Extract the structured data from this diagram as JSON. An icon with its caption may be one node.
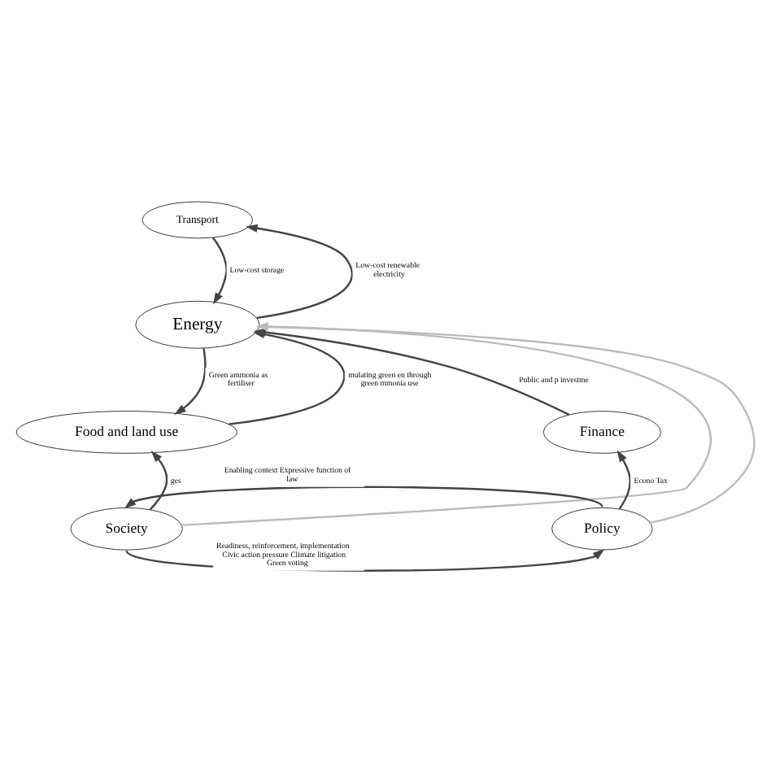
{
  "diagram": {
    "nodes": [
      {
        "text": [
          "Transport"
        ]
      },
      {
        "text": [
          "Energy"
        ]
      },
      {
        "text": [
          "Food and land use"
        ]
      },
      {
        "text": [
          "Finance"
        ]
      },
      {
        "text": [
          "Society"
        ]
      },
      {
        "text": [
          "Policy"
        ]
      }
    ],
    "edges": [
      {
        "from": 1,
        "to": 0,
        "arrow": "to",
        "label": "Low-cost renewable electricity"
      },
      {
        "from": 0,
        "to": 1,
        "arrow": "to",
        "label": "Low-cost storage"
      },
      {
        "from": 2,
        "to": 1,
        "arrow": "to",
        "label": "mulating green en through green mmonia use"
      },
      {
        "from": 1,
        "to": 2,
        "arrow": "to",
        "label": "Green ammonia as fertiliser"
      },
      {
        "from": 3,
        "to": 1,
        "arrow": "to",
        "label": "Public and p investme"
      },
      {
        "from": 4,
        "to": 2,
        "arrow": "to",
        "label": "ges"
      },
      {
        "from": 5,
        "to": 3,
        "arrow": "to",
        "label": "Econo Tax"
      },
      {
        "from": 5,
        "to": 4,
        "arrow": "to",
        "label": "Enabling context Expressive function of law"
      },
      {
        "from": 4,
        "to": 5,
        "arrow": "to",
        "label": "Readiness, reinforcement, implementation Civic action pressure Climate litigation Green voting"
      },
      {
        "from": 4,
        "to": 1,
        "arrow": "to",
        "color": "#bbbbbb"
      },
      {
        "from": 5,
        "to": 1,
        "arrow": "to",
        "color": "#bbbbbb"
      }
    ]
  }
}
